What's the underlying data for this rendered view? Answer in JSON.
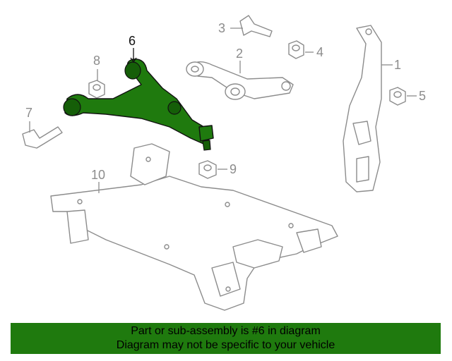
{
  "callouts": {
    "c1": "1",
    "c2": "2",
    "c3": "3",
    "c4": "4",
    "c5": "5",
    "c6": "6",
    "c7": "7",
    "c8": "8",
    "c9": "9",
    "c10": "10"
  },
  "highlighted_part": "6",
  "colors": {
    "highlight": "#1f7a0e",
    "line": "#8c8c8c",
    "banner": "#1f7a0e"
  },
  "banner": {
    "line1": "Part or sub-assembly is #6 in diagram",
    "line2": "Diagram may not be specific to your vehicle"
  }
}
